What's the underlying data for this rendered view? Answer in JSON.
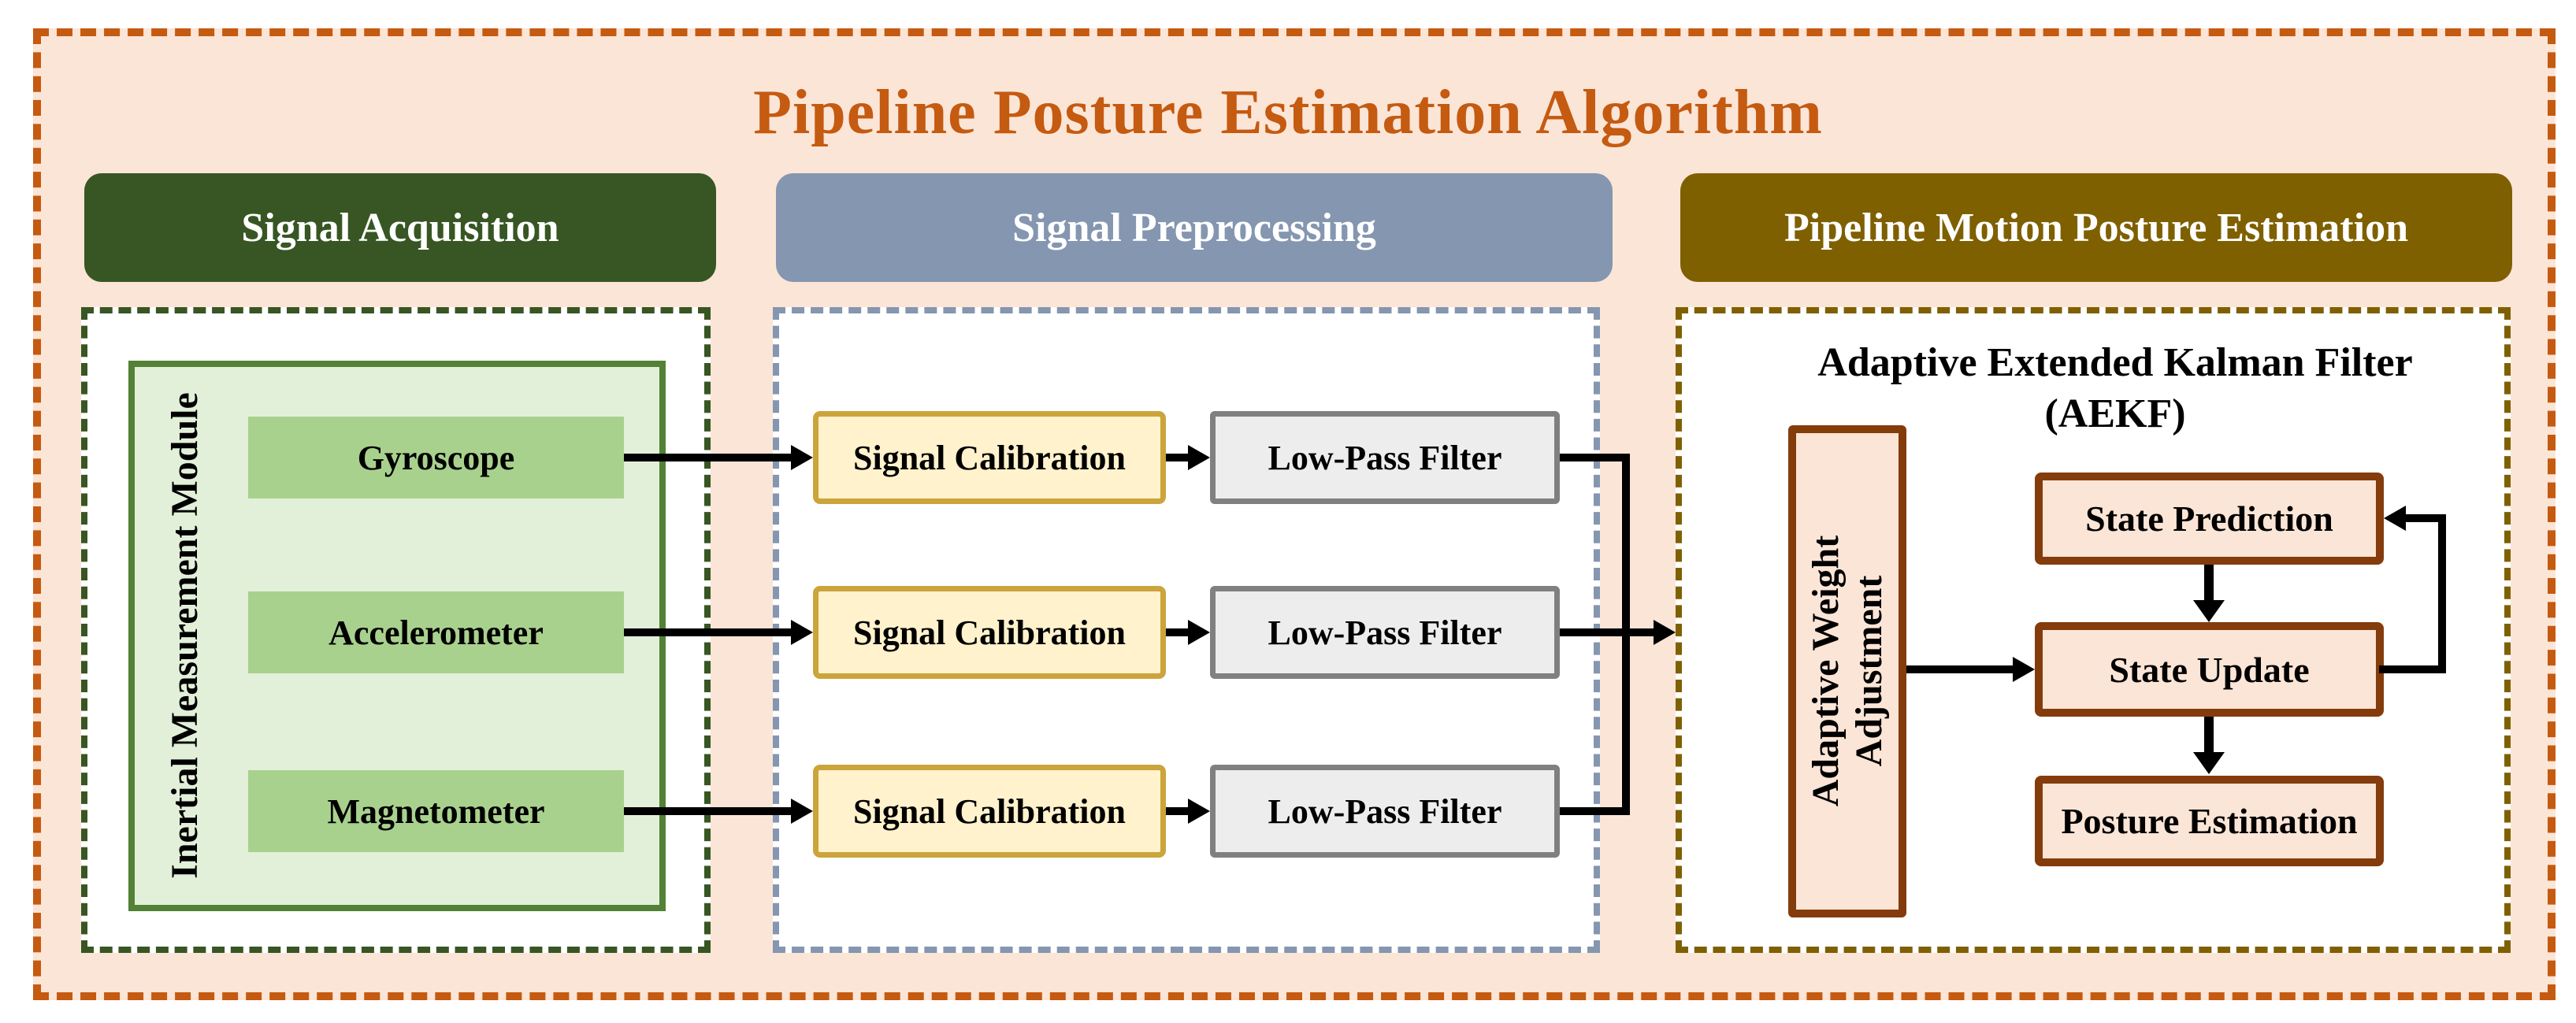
{
  "palette": {
    "page_background": "#FBE5D6",
    "outer_border_and_title": "#C55A11",
    "acquisition_green_dark": "#375623",
    "acquisition_green_border": "#538135",
    "acquisition_green_fill": "#E2F0D9",
    "sensor_green": "#A9D18E",
    "preprocessing_blue": "#8496B0",
    "calibration_fill": "#FFF2CC",
    "calibration_border": "#CBA43C",
    "filter_fill": "#EDEDED",
    "filter_border": "#808080",
    "estimation_olive": "#7F6000",
    "kalman_brown_border": "#843C0C",
    "kalman_peach_fill": "#FBE5D6",
    "arrow_black": "#000000"
  },
  "title": {
    "text": "Pipeline Posture Estimation Algorithm"
  },
  "sections": {
    "acquisition": {
      "header": "Signal Acquisition",
      "module_label": "Inertial Measurement Module",
      "sensors": [
        "Gyroscope",
        "Accelerometer",
        "Magnetometer"
      ]
    },
    "preprocessing": {
      "header": "Signal Preprocessing",
      "rows": [
        {
          "calibration": "Signal Calibration",
          "filter": "Low-Pass Filter"
        },
        {
          "calibration": "Signal Calibration",
          "filter": "Low-Pass Filter"
        },
        {
          "calibration": "Signal Calibration",
          "filter": "Low-Pass Filter"
        }
      ]
    },
    "estimation": {
      "header": "Pipeline Motion Posture Estimation",
      "aekf_title": {
        "line1": "Adaptive Extended Kalman Filter",
        "line2": "(AEKF)"
      },
      "adaptive_weight": {
        "line1": "Adaptive Weight",
        "line2": "Adjustment"
      },
      "steps": [
        "State Prediction",
        "State Update",
        "Posture Estimation"
      ]
    }
  }
}
